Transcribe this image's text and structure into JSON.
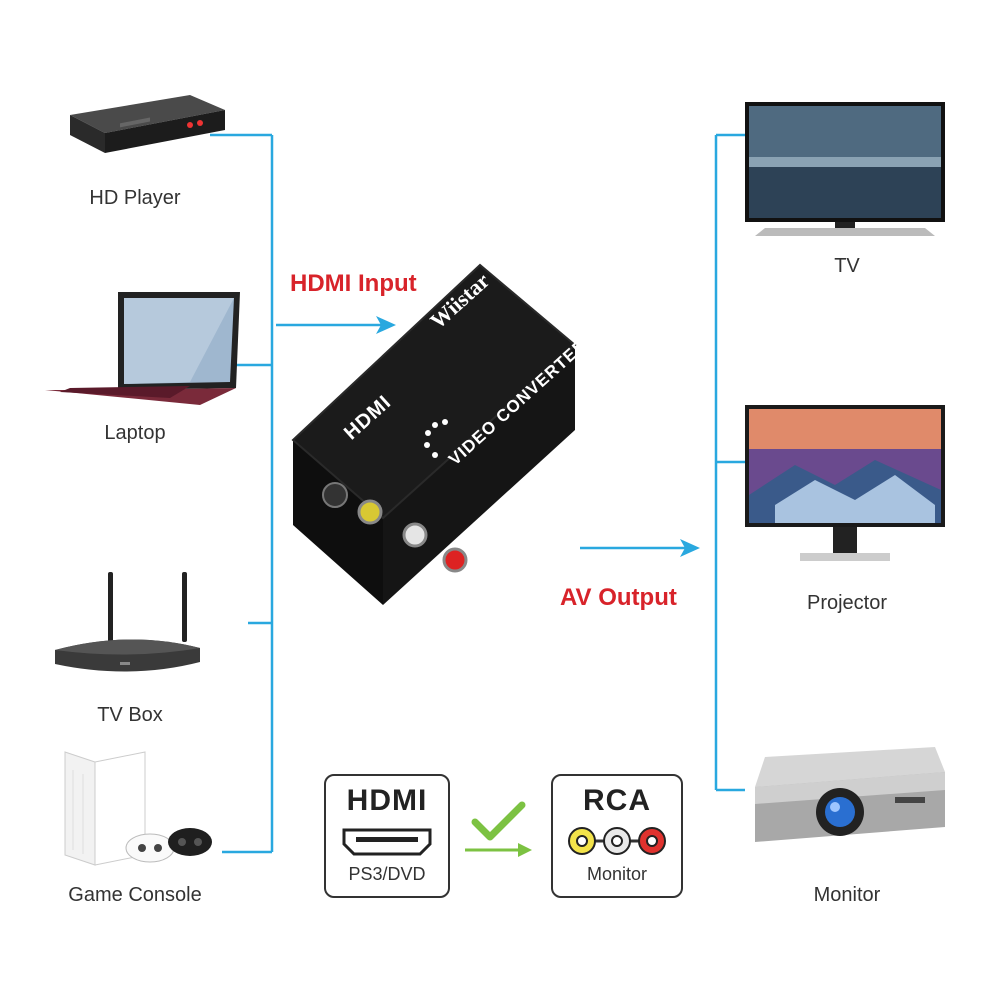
{
  "sources": [
    {
      "label": "HD Player",
      "icon": "dvd-player-icon"
    },
    {
      "label": "Laptop",
      "icon": "laptop-icon"
    },
    {
      "label": "TV Box",
      "icon": "router-icon"
    },
    {
      "label": "Game Console",
      "icon": "game-console-icon"
    }
  ],
  "outputs": [
    {
      "label": "TV",
      "icon": "tv-icon"
    },
    {
      "label": "Projector",
      "icon": "monitor-icon"
    },
    {
      "label": "Monitor",
      "icon": "projector-icon"
    }
  ],
  "device": {
    "brand": "Wiistar",
    "title": "VIDEO CONVERTER",
    "hdmi_logo": "HDMI"
  },
  "arrows": {
    "input_label": "HDMI Input",
    "output_label": "AV Output"
  },
  "legend": {
    "left_title": "HDMI",
    "left_sub": "PS3/DVD",
    "right_title": "RCA",
    "right_sub": "Monitor"
  },
  "colors": {
    "connector_line": "#29a8df",
    "arrow": "#29a8df",
    "label_red": "#d8232a",
    "check_green": "#7cc242"
  }
}
